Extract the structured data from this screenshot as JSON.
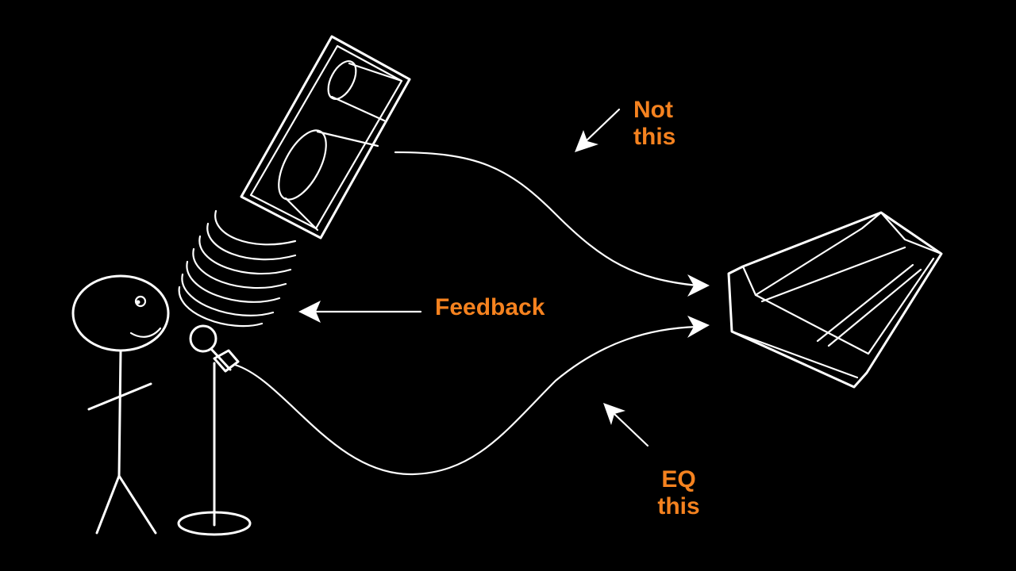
{
  "labels": {
    "not_this_line1": "Not",
    "not_this_line2": "this",
    "feedback": "Feedback",
    "eq_this_line1": "EQ",
    "eq_this_line2": "this"
  },
  "colors": {
    "background": "#000000",
    "line": "#ffffff",
    "label": "#f5821f"
  }
}
